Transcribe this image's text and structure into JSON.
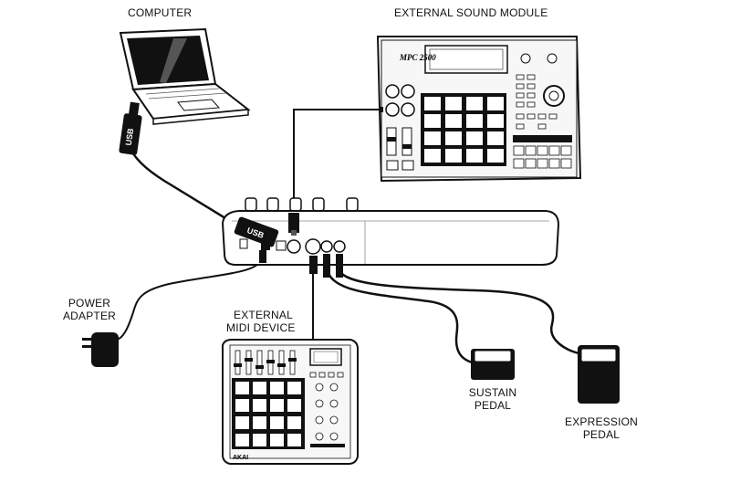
{
  "labels": {
    "computer": "COMPUTER",
    "sound_module": "EXTERNAL SOUND MODULE",
    "power_adapter": [
      "POWER",
      "ADAPTER"
    ],
    "midi_device": [
      "EXTERNAL",
      "MIDI DEVICE"
    ],
    "sustain_pedal": [
      "SUSTAIN",
      "PEDAL"
    ],
    "expression_pedal": [
      "EXPRESSION",
      "PEDAL"
    ]
  },
  "cable_tags": [
    "USB",
    "USB"
  ],
  "branding": {
    "mpc_logo": "MPC 2500",
    "akai_logo": "AKAI"
  }
}
